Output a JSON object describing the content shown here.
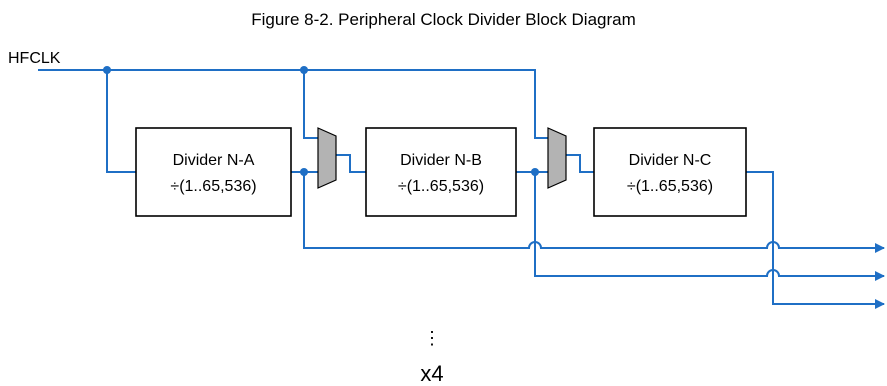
{
  "title": "Figure 8-2.  Peripheral Clock Divider Block Diagram",
  "input_label": "HFCLK",
  "dividers": [
    {
      "name": "Divider N-A",
      "range": "÷(1..65,536)"
    },
    {
      "name": "Divider N-B",
      "range": "÷(1..65,536)"
    },
    {
      "name": "Divider N-C",
      "range": "÷(1..65,536)"
    }
  ],
  "ellipsis": "⋮",
  "repeat_label": "x4",
  "colors": {
    "wire": "#1f6fc5",
    "mux_fill": "#b3b3b3",
    "box_stroke": "#000000"
  }
}
